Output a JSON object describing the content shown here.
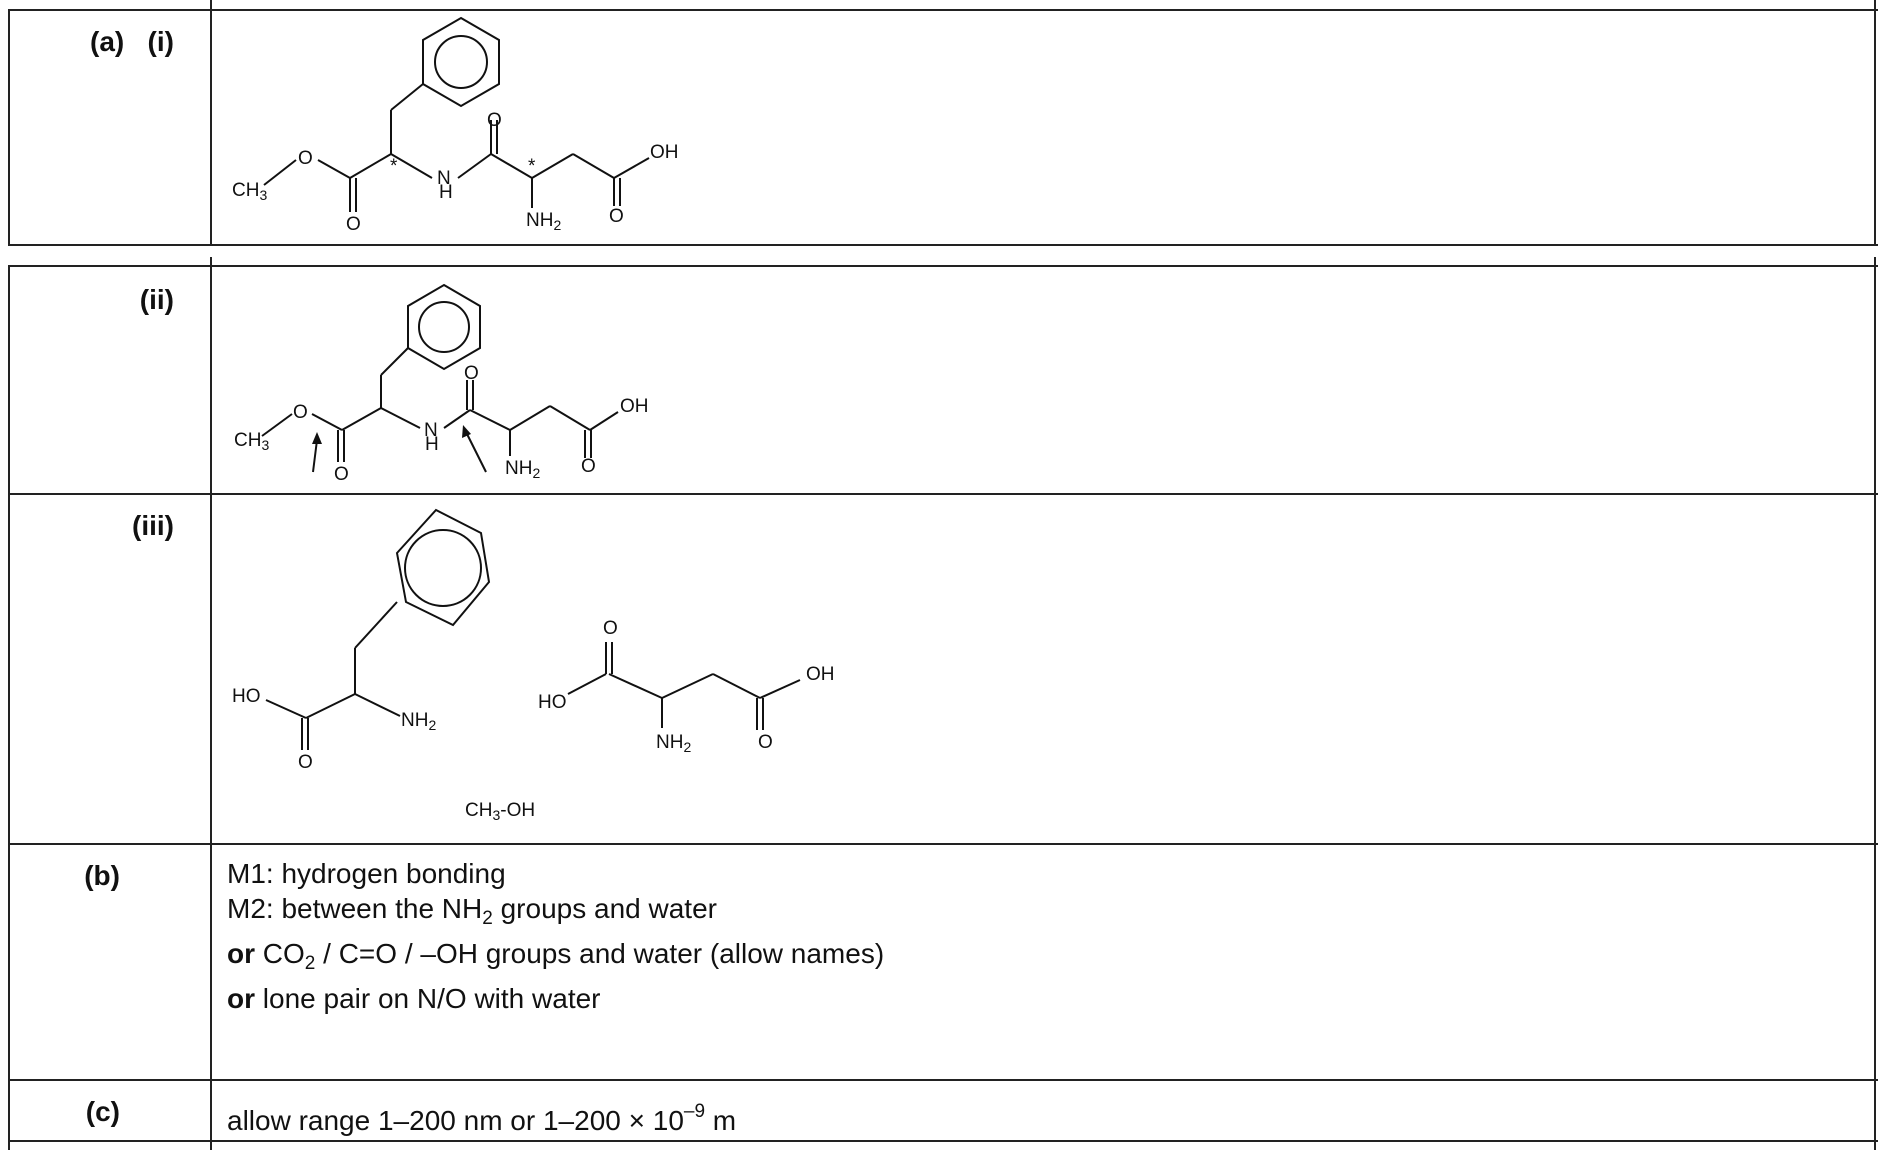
{
  "rows": {
    "a_i": {
      "label": "(a)   (i)"
    },
    "a_ii": {
      "label": "(ii)"
    },
    "a_iii": {
      "label": "(iii)"
    },
    "b": {
      "label": "(b)",
      "line1": "M1: hydrogen bonding",
      "line2_pre": "M2: between the NH",
      "line2_sub": "2",
      "line2_post": " groups and water",
      "line3_or": "or",
      "line3_pre": " CO",
      "line3_sub": "2",
      "line3_post": " / C=O / –OH groups and water (allow names)",
      "line4_or": "or",
      "line4_post": " lone pair on N/O with water"
    },
    "c": {
      "label": "(c)",
      "text_pre": "allow range 1–200 nm or 1–200 × 10",
      "text_sup": "–9",
      "text_post": " m"
    }
  },
  "chem": {
    "ch3": "CH",
    "ch3_sub": "3",
    "o": "O",
    "n": "N",
    "h": "H",
    "oh": "OH",
    "ho": "HO",
    "nh": "NH",
    "nh_sub": "2",
    "star": "*",
    "methanol_pre": "CH",
    "methanol_sub": "3",
    "methanol_post": "-OH"
  }
}
